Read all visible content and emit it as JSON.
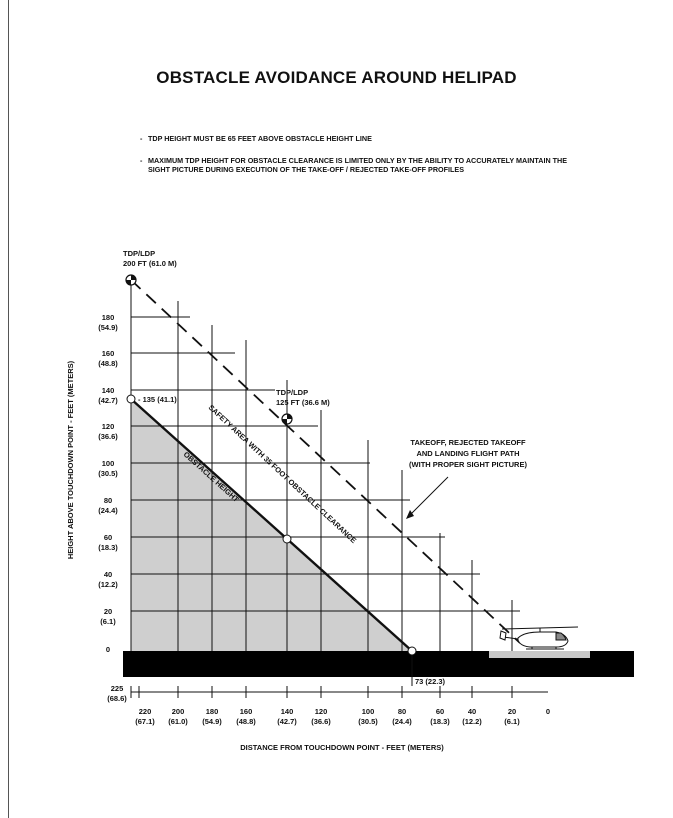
{
  "document": {
    "title": "OBSTACLE AVOIDANCE AROUND HELIPAD",
    "notes": [
      "TDP HEIGHT MUST BE 65 FEET ABOVE OBSTACLE HEIGHT LINE",
      "MAXIMUM TDP HEIGHT FOR OBSTACLE CLEARANCE IS LIMITED ONLY BY THE ABILITY TO ACCURATELY MAINTAIN THE SIGHT PICTURE DURING EXECUTION OF THE TAKE-OFF / REJECTED TAKE-OFF PROFILES"
    ],
    "note_marker": "-"
  },
  "diagram": {
    "y_axis_label": "HEIGHT ABOVE TOUCHDOWN POINT - FEET (METERS)",
    "x_axis_label": "DISTANCE FROM TOUCHDOWN POINT - FEET (METERS)",
    "y_ticks": [
      {
        "ft": "180",
        "m": "(54.9)"
      },
      {
        "ft": "160",
        "m": "(48.8)"
      },
      {
        "ft": "140",
        "m": "(42.7)"
      },
      {
        "ft": "120",
        "m": "(36.6)"
      },
      {
        "ft": "100",
        "m": "(30.5)"
      },
      {
        "ft": "80",
        "m": "(24.4)"
      },
      {
        "ft": "60",
        "m": "(18.3)"
      },
      {
        "ft": "40",
        "m": "(12.2)"
      },
      {
        "ft": "20",
        "m": "(6.1)"
      },
      {
        "ft": "0",
        "m": ""
      }
    ],
    "x_ticks": [
      {
        "ft": "220",
        "m": "(67.1)"
      },
      {
        "ft": "200",
        "m": "(61.0)"
      },
      {
        "ft": "180",
        "m": "(54.9)"
      },
      {
        "ft": "160",
        "m": "(48.8)"
      },
      {
        "ft": "140",
        "m": "(42.7)"
      },
      {
        "ft": "120",
        "m": "(36.6)"
      },
      {
        "ft": "100",
        "m": "(30.5)"
      },
      {
        "ft": "80",
        "m": "(24.4)"
      },
      {
        "ft": "60",
        "m": "(18.3)"
      },
      {
        "ft": "40",
        "m": "(12.2)"
      },
      {
        "ft": "20",
        "m": "(6.1)"
      },
      {
        "ft": "0",
        "m": ""
      }
    ],
    "x_origin": {
      "ft": "225",
      "m": "(68.6)"
    },
    "tdp_high": {
      "label": "TDP/LDP",
      "value": "200 FT (61.0 M)"
    },
    "tdp_mid": {
      "label": "TDP/LDP",
      "value": "125 FT (36.6 M)"
    },
    "obstacle_top_label": "135 (41.1)",
    "obstacle_base_label": "73 (22.3)",
    "obstacle_line_label": "OBSTACLE HEIGHT",
    "safety_line_label": "SAFETY AREA WITH 35 FOOT OBSTACLE CLEARANCE",
    "flight_path_label": [
      "TAKEOFF, REJECTED TAKEOFF",
      "AND LANDING FLIGHT PATH",
      "(WITH PROPER SIGHT PICTURE)"
    ],
    "colors": {
      "ground": "#000000",
      "obstacle_fill": "#cfcfcf",
      "helipad": "#c8c8c8",
      "grid": "#111111"
    }
  }
}
